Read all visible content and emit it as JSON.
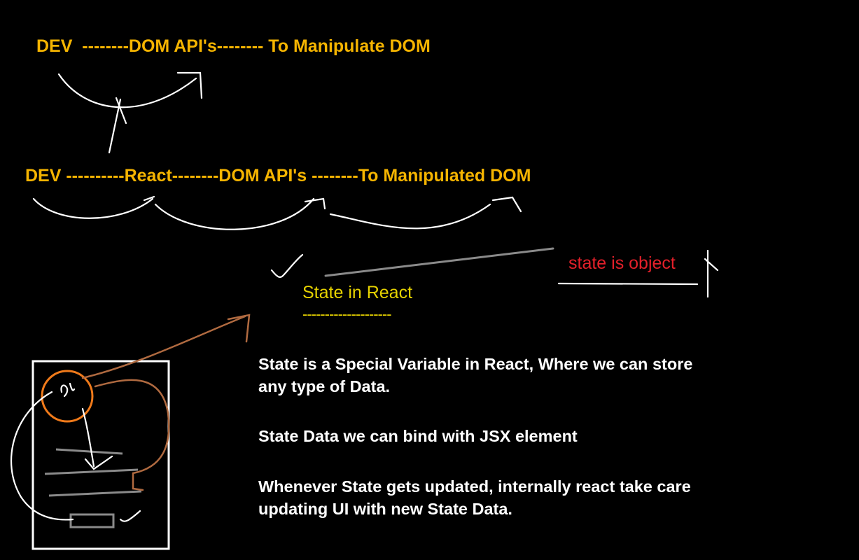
{
  "diagram": {
    "line1": "DEV  --------DOM API's-------- To Manipulate DOM",
    "line2": "DEV ----------React--------DOM API's --------To Manipulated DOM",
    "heading": "State in React",
    "heading_underline": "--------------------",
    "side_note": "state is object",
    "points": [
      "State is a Special Variable in React, Where we can store\nany type of Data.",
      "State Data we can bind with JSX element",
      "Whenever State gets updated, internally react take care\nupdating UI with new State Data."
    ]
  },
  "colors": {
    "background": "#000000",
    "flow_text": "#f5b400",
    "heading": "#e6d200",
    "note": "#e4202a",
    "body_text": "#ffffff",
    "sketch_orange": "#f07a1a",
    "sketch_brown": "#b06a40",
    "sketch_gray": "#8a8a8a"
  }
}
